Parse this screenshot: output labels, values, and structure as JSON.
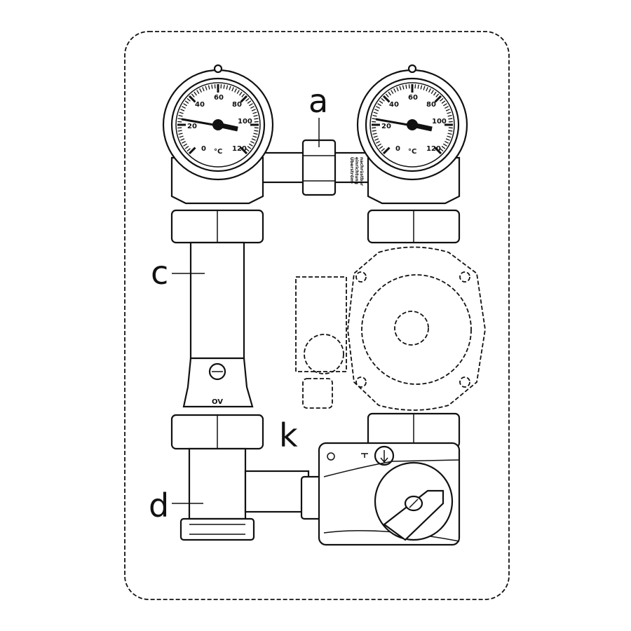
{
  "labels": {
    "a": "a",
    "c": "c",
    "k": "k",
    "d": "d"
  },
  "gauges": [
    {
      "name": "left",
      "scale": [
        "0",
        "20",
        "40",
        "60",
        "80",
        "100",
        "120"
      ],
      "unit": "°C",
      "reading": 102
    },
    {
      "name": "right",
      "scale": [
        "0",
        "20",
        "40",
        "60",
        "80",
        "100",
        "120"
      ],
      "unit": "°C",
      "reading": 102
    }
  ],
  "valve_marking": "OV",
  "bypass_text": [
    "Überström-",
    "einrichtung",
    "nachrüstbar"
  ]
}
